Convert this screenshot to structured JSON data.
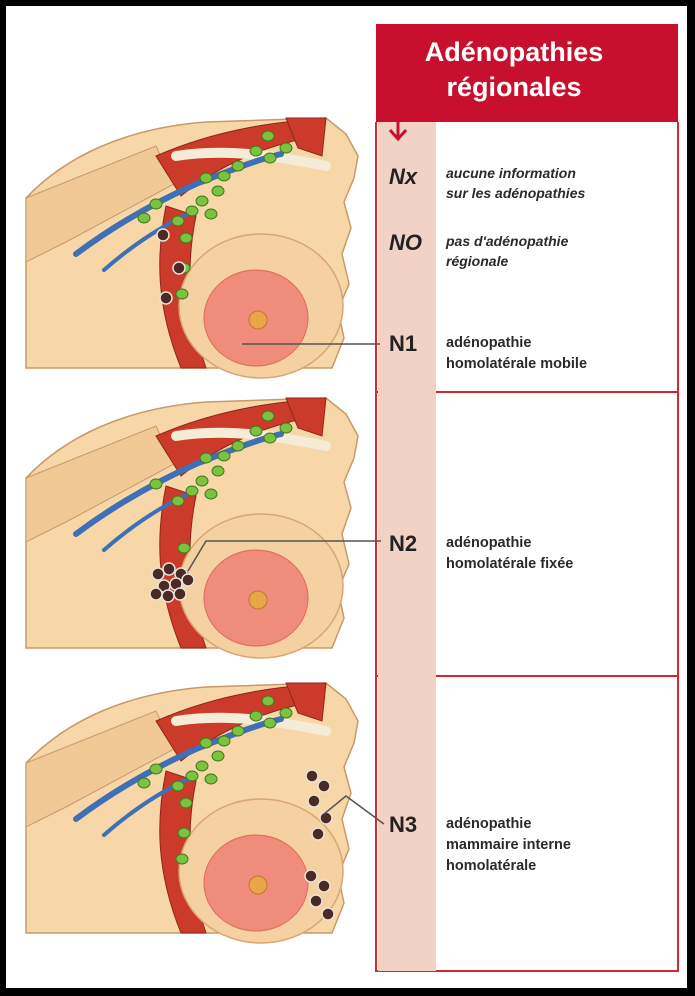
{
  "header": {
    "line1": "Adénopathies",
    "line2": "régionales"
  },
  "colors": {
    "header_red": "#c8102e",
    "frame_red": "#d6262e",
    "band_pink": "#f2d2c5",
    "skin": "#f7d7a8",
    "muscle": "#cc3b2a",
    "vessel": "#3f6fb5",
    "node_green": "#7cc242",
    "node_dark": "#4a2a22",
    "areola": "#f08c7c"
  },
  "stages": [
    {
      "code": "Nx",
      "lines": [
        "aucune information",
        "sur les adénopathies"
      ],
      "style": "italic"
    },
    {
      "code": "NO",
      "lines": [
        "pas d'adénopathie",
        "régionale"
      ],
      "style": "italic"
    },
    {
      "code": "N1",
      "lines": [
        "adénopathie",
        "homolatérale mobile"
      ],
      "style": "normal"
    },
    {
      "code": "N2",
      "lines": [
        "adénopathie",
        "homolatérale fixée"
      ],
      "style": "normal"
    },
    {
      "code": "N3",
      "lines": [
        "adénopathie",
        "mammaire interne",
        "homolatérale"
      ],
      "style": "normal"
    }
  ],
  "icons": [
    "down-arrow-icon"
  ]
}
